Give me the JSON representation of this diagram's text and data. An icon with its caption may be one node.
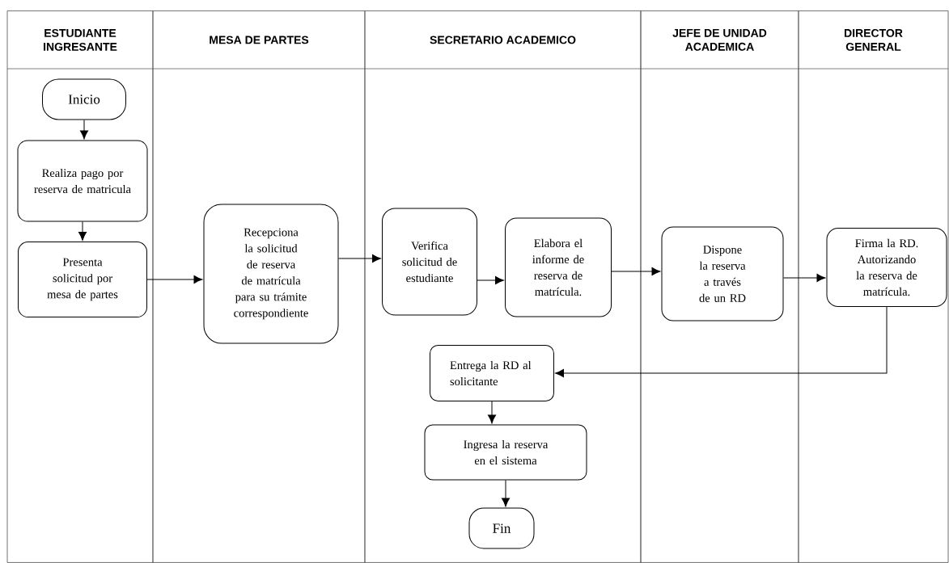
{
  "diagram": {
    "nodes": [
      {
        "text": [
          "ESTUDIANTE INGRESANTE"
        ]
      },
      {
        "text": [
          "MESA DE PARTES"
        ]
      },
      {
        "text": [
          "SECRETARIO ACADEMICO"
        ]
      },
      {
        "text": [
          "JEFE DE UNIDAD ACADEMICA"
        ]
      },
      {
        "text": [
          "DIRECTOR GENERAL"
        ]
      },
      {
        "text": [
          "Inicio"
        ],
        "in": 0
      },
      {
        "text": [
          "Realiza pago por reserva de matricula"
        ],
        "in": 0
      },
      {
        "text": [
          "Presenta solicitud por mesa de partes"
        ],
        "in": 0
      },
      {
        "text": [
          "Recepciona la solicitud de reserva de matrícula para su trámite correspondiente"
        ],
        "in": 1
      },
      {
        "text": [
          "Verifica solicitud de estudiante"
        ],
        "in": 2
      },
      {
        "text": [
          "Elabora el informe de reserva de matrícula."
        ],
        "in": 2
      },
      {
        "text": [
          "Dispone la reserva a través de un RD"
        ],
        "in": 3
      },
      {
        "text": [
          "Firma la RD. Autorizando la reserva de matrícula."
        ],
        "in": 4
      },
      {
        "text": [
          "Entrega la RD al solicitante"
        ],
        "in": 2
      },
      {
        "text": [
          "Ingresa la reserva en el sistema"
        ],
        "in": 2
      },
      {
        "text": [
          "Fin"
        ],
        "in": 2
      }
    ],
    "edges": [
      {
        "from": 5,
        "to": 6,
        "arrow": "to"
      },
      {
        "from": 6,
        "to": 7,
        "arrow": "to"
      },
      {
        "from": 7,
        "to": 8,
        "arrow": "to"
      },
      {
        "from": 8,
        "to": 9,
        "arrow": "to"
      },
      {
        "from": 9,
        "to": 10,
        "arrow": "to"
      },
      {
        "from": 10,
        "to": 11,
        "arrow": "to"
      },
      {
        "from": 11,
        "to": 12,
        "arrow": "to"
      },
      {
        "from": 12,
        "to": 13,
        "arrow": "to"
      },
      {
        "from": 13,
        "to": 14,
        "arrow": "to"
      },
      {
        "from": 14,
        "to": 15,
        "arrow": "to"
      }
    ]
  }
}
